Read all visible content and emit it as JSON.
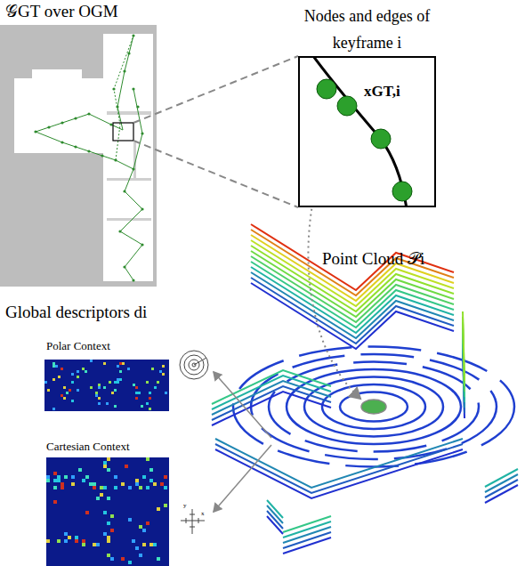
{
  "diagram": {
    "nodes": [
      {
        "text": [
          "Nodes and edges of keyframe i",
          "xGT,i"
        ]
      }
    ],
    "labels": [
      "𝒢GT over OGM",
      "Point Cloud 𝒫i",
      "Global descriptors di",
      "Polar Context",
      "Cartesian Context",
      "y",
      "x"
    ]
  }
}
